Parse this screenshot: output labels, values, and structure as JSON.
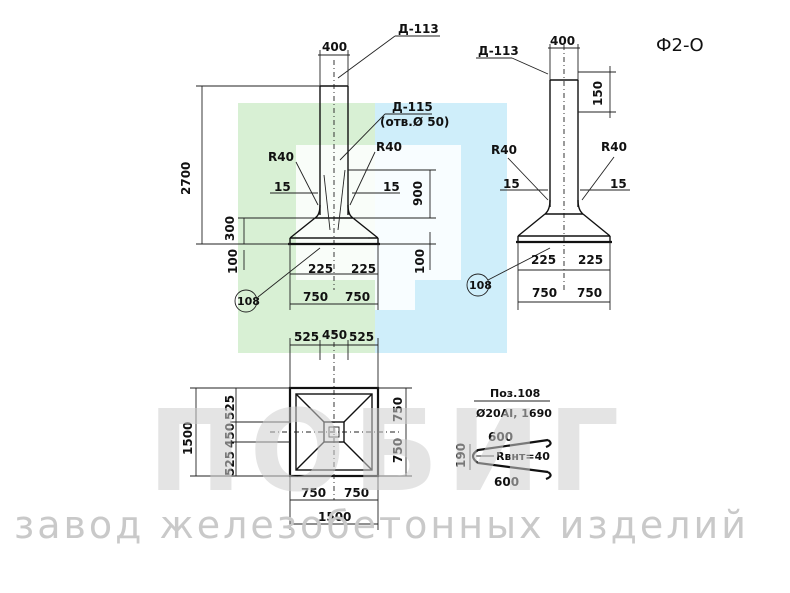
{
  "title": "Ф2-О",
  "front_view": {
    "top_width": "400",
    "callout_top": "Д-113",
    "callout_hole": "Д-115",
    "callout_hole_note": "(отв.Ø 50)",
    "height_total": "2700",
    "radius_left": "R40",
    "radius_right": "R40",
    "offset_left": "15",
    "offset_right": "15",
    "neck_height": "900",
    "slab_upper": "300",
    "slab_lower": "100",
    "slab_right": "100",
    "inner_left": "225",
    "inner_right": "225",
    "half_left": "750",
    "half_right": "750",
    "bar_pos": "108"
  },
  "side_view": {
    "callout_top": "Д-113",
    "top_width": "400",
    "cap_height": "150",
    "radius_left": "R40",
    "radius_right": "R40",
    "offset_left": "15",
    "offset_right": "15",
    "inner_left": "225",
    "inner_right": "225",
    "half_left": "750",
    "half_right": "750",
    "bar_pos": "108"
  },
  "plan_view": {
    "top_a": "525",
    "top_b": "450",
    "top_c": "525",
    "height_total": "1500",
    "left_a": "525",
    "left_b": "450",
    "left_c": "525",
    "right_a": "750",
    "right_b": "750",
    "bottom_left": "750",
    "bottom_right": "750",
    "bottom_total": "1500"
  },
  "bar_detail": {
    "position": "Поз.108",
    "spec": "Ø20AI, 1690",
    "length_top": "600",
    "length_bottom": "600",
    "height": "190",
    "radius": "Rвнт=40"
  },
  "watermark": {
    "logo_text": "ПОБИГ",
    "caption": "завод железобетонных изделий",
    "colors": {
      "green": "#d8f0d4",
      "blue": "#cfeefa"
    }
  }
}
